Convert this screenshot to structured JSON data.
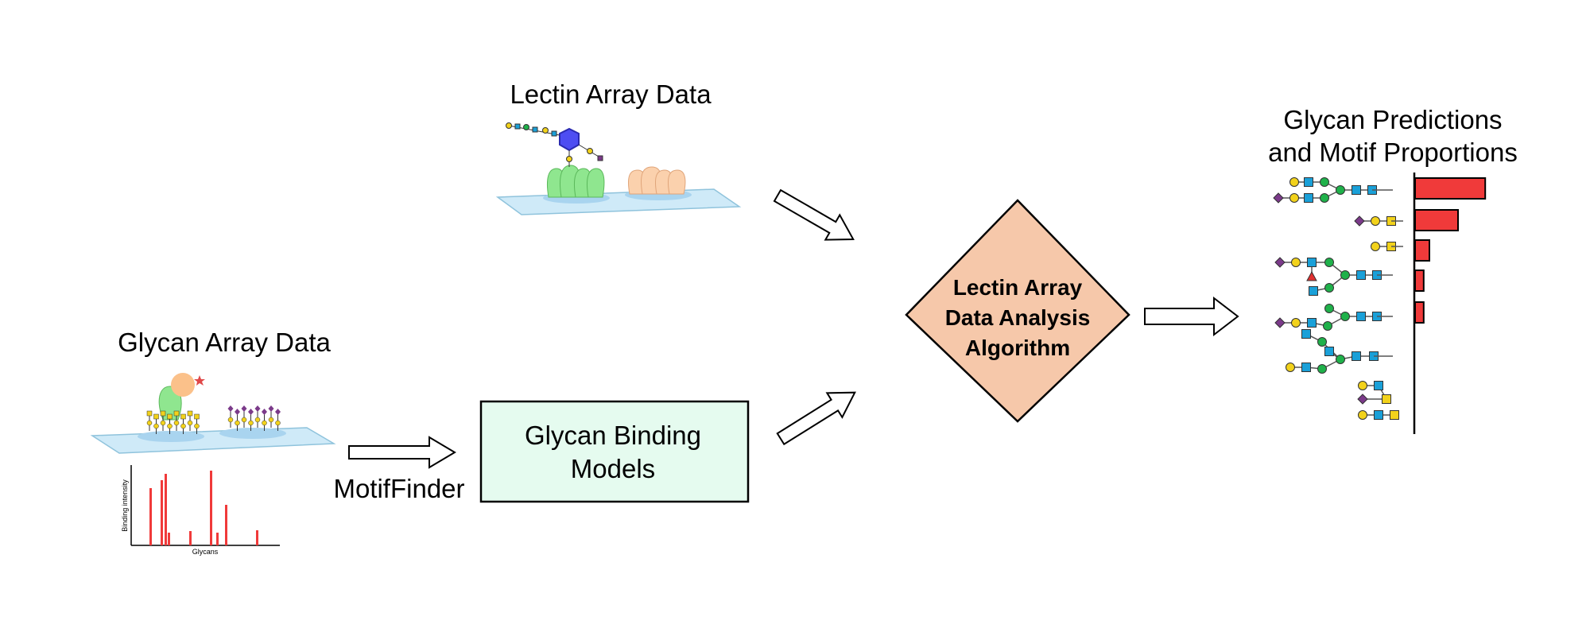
{
  "lectin_array": {
    "title": "Lectin Array Data"
  },
  "glycan_array": {
    "title": "Glycan Array Data",
    "chart": {
      "ylabel": "Binding intensity",
      "xlabel": "Glycans"
    }
  },
  "motif_finder": {
    "label": "MotifFinder"
  },
  "binding_models": {
    "line1": "Glycan Binding",
    "line2": "Models"
  },
  "algorithm": {
    "line1": "Lectin Array",
    "line2": "Data Analysis",
    "line3": "Algorithm"
  },
  "predictions": {
    "line1": "Glycan Predictions",
    "line2": "and Motif Proportions"
  },
  "colors": {
    "box_fill": "#e5fbef",
    "diamond_fill": "#f6c8aa",
    "bar_red": "#f03a3a",
    "slide_blue": "#cfeaf8",
    "lectin_green": "#8fe68f",
    "lectin_peach": "#fbd1ad",
    "hex_blue": "#4d4df2"
  },
  "chart_data": {
    "type": "bar",
    "title": "",
    "xlabel": "",
    "ylabel": "",
    "values": [
      0.49,
      0.3,
      0.1,
      0.06,
      0.06,
      0,
      0,
      0,
      0,
      0
    ],
    "xlim": [
      0,
      0.5
    ]
  }
}
